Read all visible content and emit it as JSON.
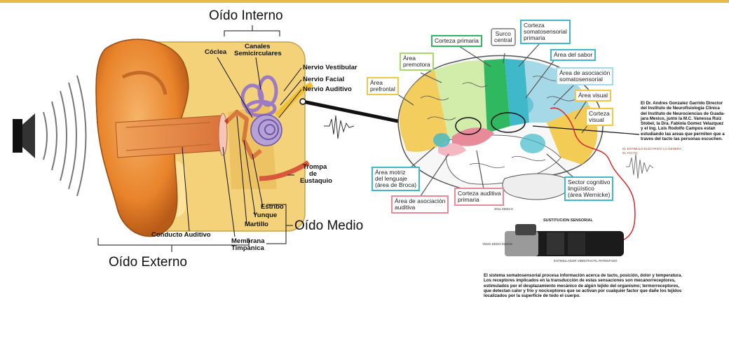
{
  "ear": {
    "inner_ear": "Oído Interno",
    "middle_ear": "Oído Medio",
    "outer_ear": "Oído Externo",
    "cochlea": "Cóclea",
    "semicircular_canals_1": "Canales",
    "semicircular_canals_2": "Semicirculares",
    "vestibular_nerve": "Nervio Vestibular",
    "facial_nerve": "Nervio Facial",
    "auditory_nerve": "Nervio Auditivo",
    "eustachian_1": "Trompa",
    "eustachian_2": "de",
    "eustachian_3": "Eustaquio",
    "stapes": "Estribo",
    "incus": "Yunque",
    "malleus": "Martillo",
    "ear_canal": "Conducto Auditivo",
    "tympanic_1": "Membrana",
    "tympanic_2": "Timpánica"
  },
  "brain": {
    "primary_cortex": "Corteza primaria",
    "central_sulcus_1": "Surco",
    "central_sulcus_2": "central",
    "somato_1": "Corteza",
    "somato_2": "somatosensorial",
    "somato_3": "primaria",
    "premotor_1": "Área",
    "premotor_2": "premotora",
    "taste": "Área del sabor",
    "assoc_somato_1": "Área de asociación",
    "assoc_somato_2": "somatosensorial",
    "prefrontal_1": "Área",
    "prefrontal_2": "prefrontal",
    "visual_area": "Área visual",
    "visual_cortex_1": "Corteza",
    "visual_cortex_2": "visual",
    "broca_1": "Área motriz",
    "broca_2": "del lenguaje",
    "broca_3": "(área de Broca)",
    "aud_assoc_1": "Área de asociación",
    "aud_assoc_2": "auditiva",
    "aud_cortex_1": "Corteza auditiva",
    "aud_cortex_2": "primaria",
    "wernicke_1": "Sector cognitivo",
    "wernicke_2": "lingüístico",
    "wernicke_3": "(área Wernicke)",
    "copyright": "2011 SMSCS"
  },
  "research_text": [
    "El Dr. Andres Gonzalez Garrido Director",
    "del Instituto de Neurofisiologia Clinica",
    "del Instituto de Neurociencias de Guada-",
    "jara Mexico, junto la M.C. Vanessa Ruiz",
    "Stobel, la Dra. Fabiola Gomez Velazquez",
    "y el Ing. Luis Rodolfo Campos estan",
    "estudiando las areas que permiten que a",
    "traves del tacto las personas escuchen."
  ],
  "device": {
    "title": "SUSTITUCION SENSORIAL",
    "left_label": "YEMA DEDO INDICE",
    "bottom_label": "ESTIMULADOR VIBROTACTIL PATENTADO",
    "signal_label_1": "EL ESTIMULO ELECTRICO LO GENERA",
    "signal_label_2": "EL TACTO"
  },
  "somato_text": [
    "El sistema somatosensorial procesa información acerca de tacto, posición, dolor y temperatura.",
    "Los receptores implicados en la transducción de estas sensaciones son mecanorreceptores,",
    "estimulados por el desplazamiento mecánico de algún tejido del organismo; termorreceptores,",
    "que detectan calor y frío y nociceptores que se activan por cualquier factor que dañe los tejidos",
    "localizados por la superficie de todo el cuerpo."
  ],
  "colors": {
    "top_bar": "#e8b84a",
    "green": "#2fb860",
    "cyan": "#3fb9c9",
    "yellow": "#f2c744",
    "pink": "#e88a9a",
    "ear_orange": "#e8832a"
  }
}
